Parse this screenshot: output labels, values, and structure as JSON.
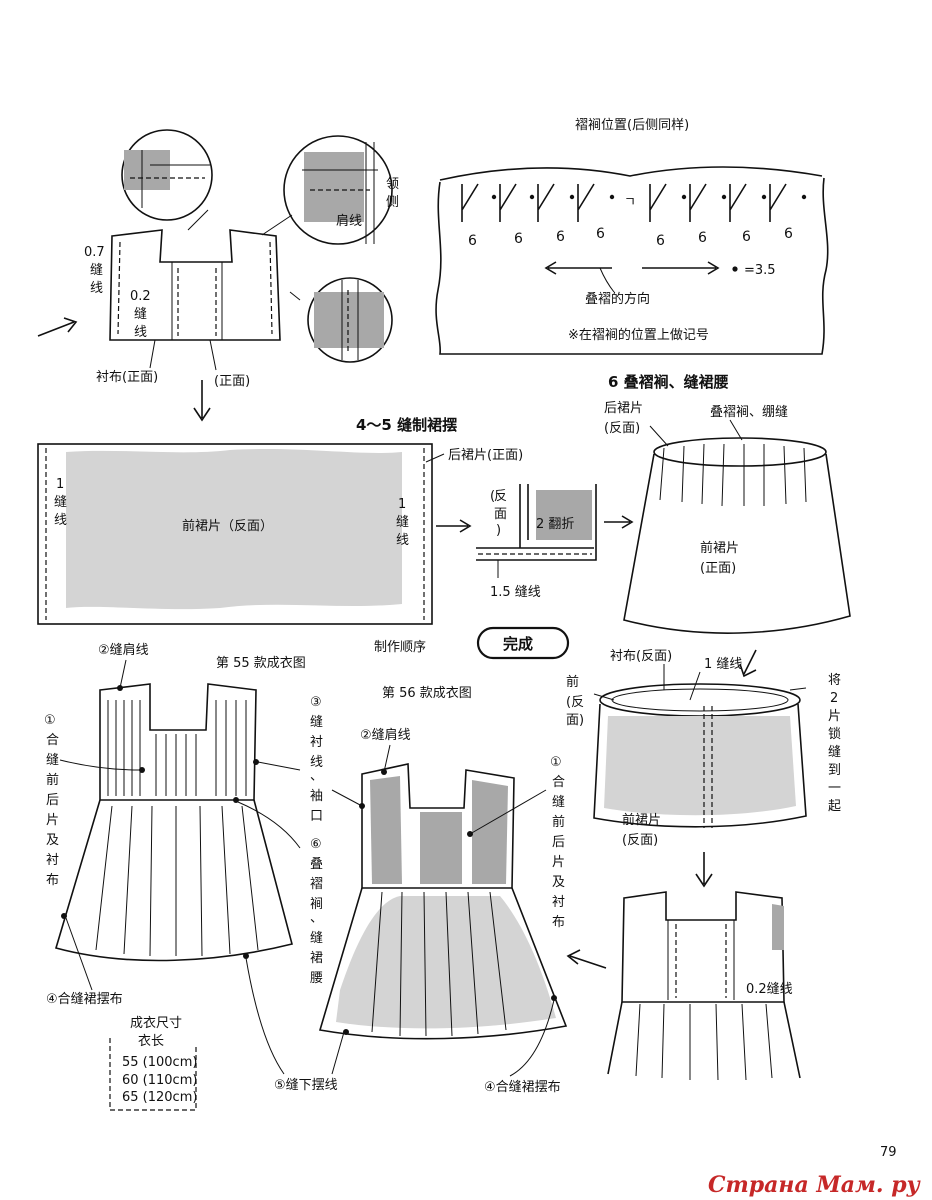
{
  "page_number": "79",
  "watermark": "Страна Мам. ру",
  "pleat_diagram": {
    "title": "褶裥位置(后侧同样)",
    "numbers": [
      "6",
      "6",
      "6",
      "6",
      "6",
      "6",
      "6",
      "6"
    ],
    "direction_label": "叠褶的方向",
    "dot_label": "=3.5",
    "note": "※在褶裥的位置上做记号",
    "tick": "ㄱ"
  },
  "top_left": {
    "allow_07": "0.7",
    "allow_07_unit": "缝",
    "allow_07_unit2": "线",
    "allow_02": "0.2",
    "allow_02_unit": "缝",
    "allow_02_unit2": "线",
    "lining_label": "衬布(正面)",
    "right_side_label": "(正面)",
    "shoulder_label": "肩线",
    "neck_side_label": [
      "领",
      "侧"
    ]
  },
  "step45": {
    "title": "4～5  缝制裙摆",
    "back_skirt_label": "后裙片(正面)",
    "front_skirt_label": "前裙片（反面）",
    "left_seam": [
      "1",
      "缝",
      "线"
    ],
    "right_seam": [
      "1",
      "缝",
      "线"
    ],
    "hem_reverse": [
      "(",
      "反",
      "面",
      ")"
    ],
    "fold_label": "2 翻折",
    "hem_seam_label": "1.5 缝线"
  },
  "step6": {
    "title": "6  叠褶裥、缝裙腰",
    "back_skirt_label": "后裙片",
    "back_skirt_sub": "(反面)",
    "pleat_sew_label": "叠褶裥、绷缝",
    "front_skirt_label": "前裙片",
    "front_skirt_sub": "(正面)"
  },
  "done_label": "完成",
  "order_label": "制作顺序",
  "finished55": {
    "title": "第 55 款成衣图",
    "step1": [
      "①",
      "合",
      "缝",
      "前",
      "后",
      "片",
      "及",
      "衬",
      "布"
    ],
    "step2": "②缝肩线",
    "step3": [
      "③",
      "缝",
      "衬",
      "线",
      "、",
      "袖",
      "口"
    ],
    "step6": [
      "⑥",
      "叠",
      "褶",
      "裥",
      "、",
      "缝",
      "裙",
      "腰"
    ],
    "step4": "④合缝裙摆布",
    "step5": "⑤缝下摆线"
  },
  "finished56": {
    "title": "第 56 款成衣图",
    "step2": "②缝肩线",
    "step1": [
      "①",
      "合",
      "缝",
      "前",
      "后",
      "片",
      "及",
      "衬",
      "布"
    ],
    "step4": "④合缝裙摆布"
  },
  "join": {
    "lining_label": "衬布(反面)",
    "seam_label": "1 缝线",
    "front_label": [
      "前",
      "(反",
      "面)"
    ],
    "lock_label": [
      "将",
      "2",
      "片",
      "锁",
      "缝",
      "到",
      "一",
      "起"
    ],
    "front_skirt_label": "前裙片",
    "front_skirt_sub": "(反面)"
  },
  "bottom_right": {
    "seam_label": "0.2缝线"
  },
  "size_table": {
    "title": "成衣尺寸",
    "subtitle": "衣长",
    "rows": [
      "55 (100cm)",
      "60 (110cm)",
      "65 (120cm)"
    ]
  }
}
